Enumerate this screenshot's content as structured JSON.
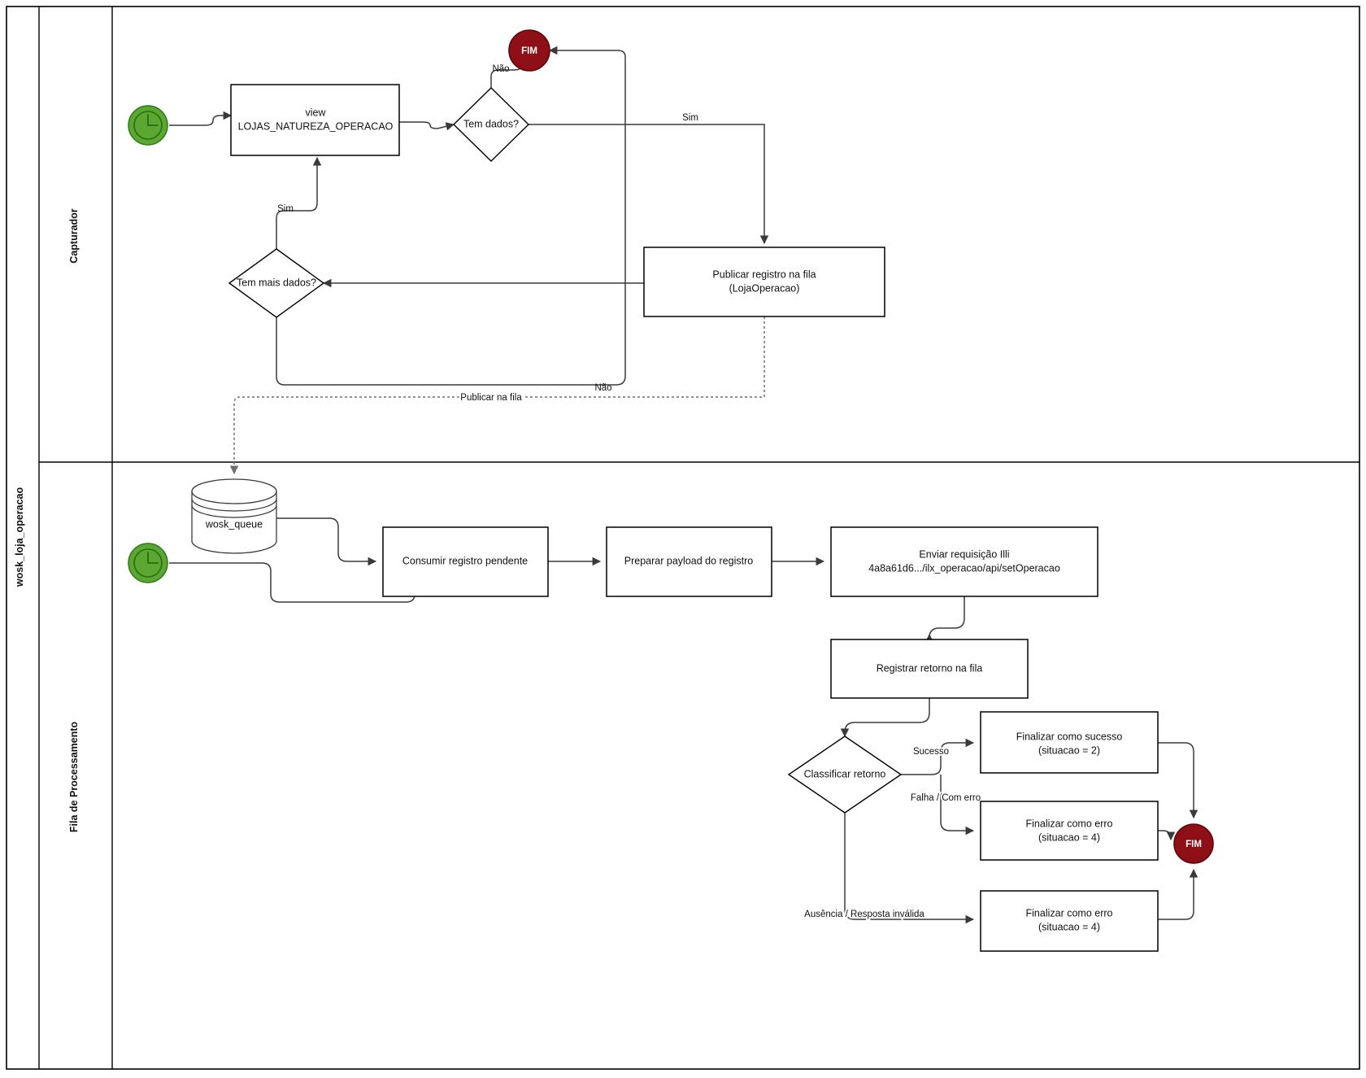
{
  "pool": {
    "label": "wosk_loja_operacao"
  },
  "lanes": [
    {
      "id": "capturador",
      "label": "Capturador"
    },
    {
      "id": "fila",
      "label": "Fila de Processamento"
    }
  ],
  "capturador": {
    "start_event": {
      "name": "timer-start-event"
    },
    "task_view": {
      "line1": "view",
      "line2": "LOJAS_NATUREZA_OPERACAO"
    },
    "gateway_tem_dados": {
      "label": "Tem dados?"
    },
    "gateway_tem_mais_dados": {
      "label": "Tem mais dados?"
    },
    "task_publicar": {
      "line1": "Publicar registro na fila",
      "line2": "(LojaOperacao)"
    },
    "end_event": {
      "label": "FIM"
    },
    "edge_labels": {
      "nao_tem_dados": "Não",
      "sim_tem_dados": "Sim",
      "sim_tem_mais": "Sim",
      "nao_tem_mais": "Não",
      "publicar_na_fila": "Publicar na fila"
    }
  },
  "fila": {
    "start_event": {
      "name": "timer-start-event"
    },
    "datastore": {
      "label": "wosk_queue"
    },
    "task_consumir": {
      "line1": "Consumir registro pendente"
    },
    "task_preparar": {
      "line1": "Preparar payload do registro"
    },
    "task_enviar": {
      "line1": "Enviar requisição Illi",
      "line2": "4a8a61d6.../ilx_operacao/api/setOperacao"
    },
    "task_registrar": {
      "line1": "Registrar retorno na fila"
    },
    "gateway_classificar": {
      "label": "Classificar retorno"
    },
    "task_sucesso": {
      "line1": "Finalizar como sucesso",
      "line2": "(situacao = 2)"
    },
    "task_erro_falha": {
      "line1": "Finalizar como erro",
      "line2": "(situacao = 4)"
    },
    "task_erro_ausencia": {
      "line1": "Finalizar como erro",
      "line2": "(situacao = 4)"
    },
    "end_event": {
      "label": "FIM"
    },
    "edge_labels": {
      "sucesso": "Sucesso",
      "falha": "Falha / Com erro",
      "ausencia": "Ausência / Resposta inválida"
    }
  },
  "colors": {
    "start_green": "#5aa832",
    "end_red": "#8f0f16",
    "stroke": "#000000",
    "edge": "#3a3a3a",
    "dashed_edge": "#6e6e6e",
    "background": "#ffffff"
  }
}
